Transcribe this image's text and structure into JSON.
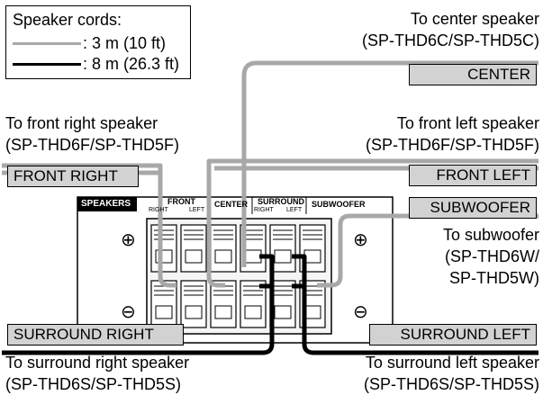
{
  "legend": {
    "title": "Speaker cords:",
    "gray_label": ": 3 m (10 ft)",
    "black_label": ": 8 m (26.3 ft)"
  },
  "captions": {
    "center_1": "To center speaker",
    "center_2": "(SP-THD6C/SP-THD5C)",
    "front_right_1": "To front right speaker",
    "front_right_2": "(SP-THD6F/SP-THD5F)",
    "front_left_1": "To front left speaker",
    "front_left_2": "(SP-THD6F/SP-THD5F)",
    "subwoofer_1": "To subwoofer",
    "subwoofer_2": "(SP-THD6W/",
    "subwoofer_3": "SP-THD5W)",
    "surround_right_1": "To surround right speaker",
    "surround_right_2": "(SP-THD6S/SP-THD5S)",
    "surround_left_1": "To surround left speaker",
    "surround_left_2": "(SP-THD6S/SP-THD5S)"
  },
  "tags": {
    "center": "CENTER",
    "front_right": "FRONT RIGHT",
    "front_left": "FRONT LEFT",
    "subwoofer": "SUBWOOFER",
    "surround_right": "SURROUND RIGHT",
    "surround_left": "SURROUND LEFT"
  },
  "panel": {
    "title": "SPEAKERS",
    "front": "FRONT",
    "right": "RIGHT",
    "left": "LEFT",
    "center": "CENTER",
    "surround": "SURROUND",
    "surround_right": "RIGHT",
    "surround_left": "LEFT",
    "subwoofer": "SUBWOOFER",
    "plus": "⊕",
    "minus": "⊖"
  },
  "colors": {
    "gray_cord": "#a8a8a8",
    "black_cord": "#000000",
    "tag_fill": "#d2d2d2"
  }
}
